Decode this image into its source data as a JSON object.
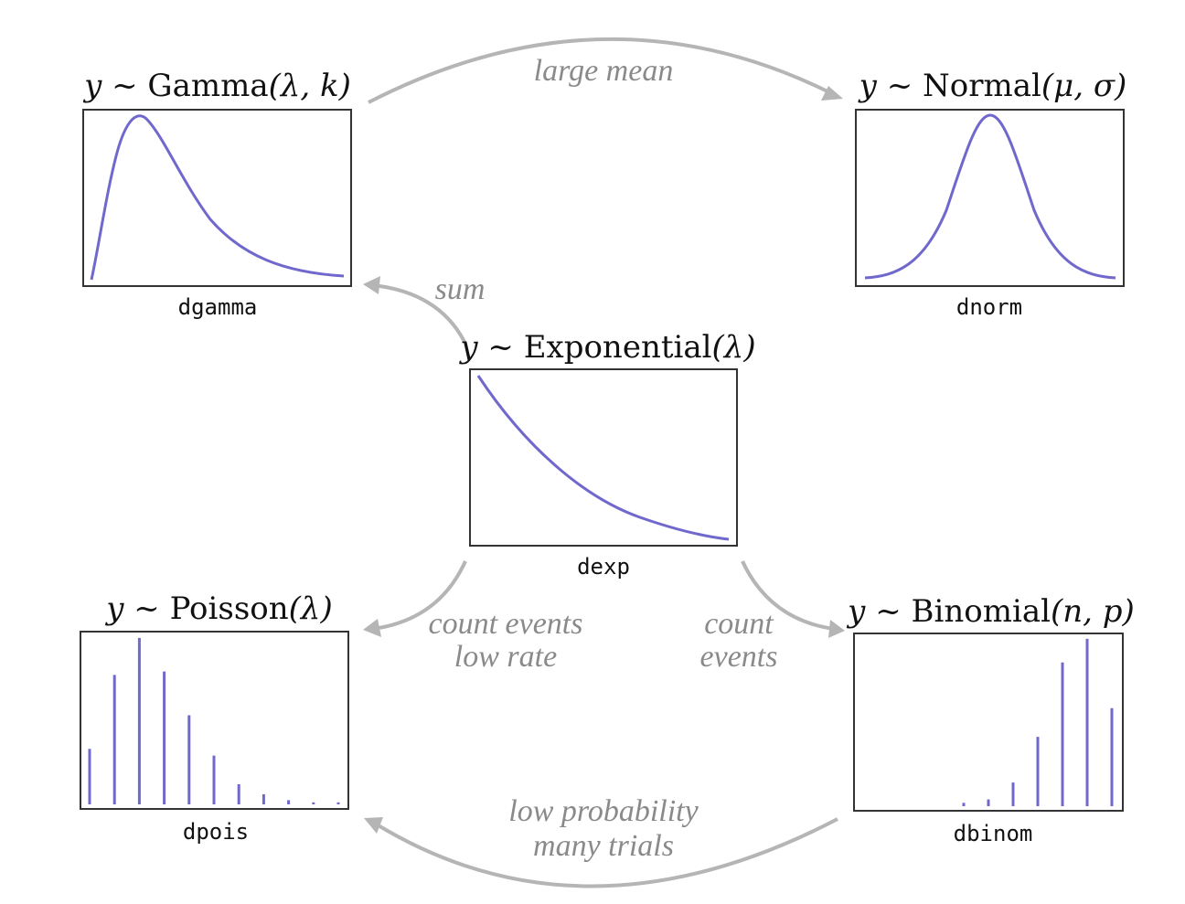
{
  "diagram": {
    "nodes": {
      "gamma": {
        "title_var": "y",
        "title_tilde": " ~ ",
        "title_dist": "Gamma",
        "title_params": "(λ, k)",
        "function": "dgamma",
        "plot": "continuous"
      },
      "normal": {
        "title_var": "y",
        "title_tilde": " ~ ",
        "title_dist": "Normal",
        "title_params": "(μ, σ)",
        "function": "dnorm",
        "plot": "continuous"
      },
      "exponential": {
        "title_var": "y",
        "title_tilde": " ~ ",
        "title_dist": "Exponential",
        "title_params": "(λ)",
        "function": "dexp",
        "plot": "continuous"
      },
      "poisson": {
        "title_var": "y",
        "title_tilde": " ~ ",
        "title_dist": "Poisson",
        "title_params": "(λ)",
        "function": "dpois",
        "plot": "discrete",
        "bars": [
          0.33,
          0.77,
          0.99,
          0.79,
          0.53,
          0.29,
          0.12,
          0.06,
          0.025,
          0.012,
          0.012
        ]
      },
      "binomial": {
        "title_var": "y",
        "title_tilde": " ~ ",
        "title_dist": "Binomial",
        "title_params": "(n, p)",
        "function": "dbinom",
        "plot": "discrete",
        "bars": [
          0.02,
          0.04,
          0.14,
          0.41,
          0.85,
          0.99,
          0.58
        ]
      }
    },
    "edges": [
      {
        "from": "gamma",
        "to": "normal",
        "label_line1": "large mean",
        "label_line2": ""
      },
      {
        "from": "exponential",
        "to": "gamma",
        "label_line1": "sum",
        "label_line2": ""
      },
      {
        "from": "exponential",
        "to": "poisson",
        "label_line1": "count events",
        "label_line2": "low rate"
      },
      {
        "from": "exponential",
        "to": "binomial",
        "label_line1": "count",
        "label_line2": "events"
      },
      {
        "from": "binomial",
        "to": "poisson",
        "label_line1": "low probability",
        "label_line2": "many trials"
      }
    ],
    "colors": {
      "curve": "#7068cc",
      "arrow": "#b5b5b5",
      "label": "#8a8a8a",
      "frame": "#333333"
    }
  }
}
